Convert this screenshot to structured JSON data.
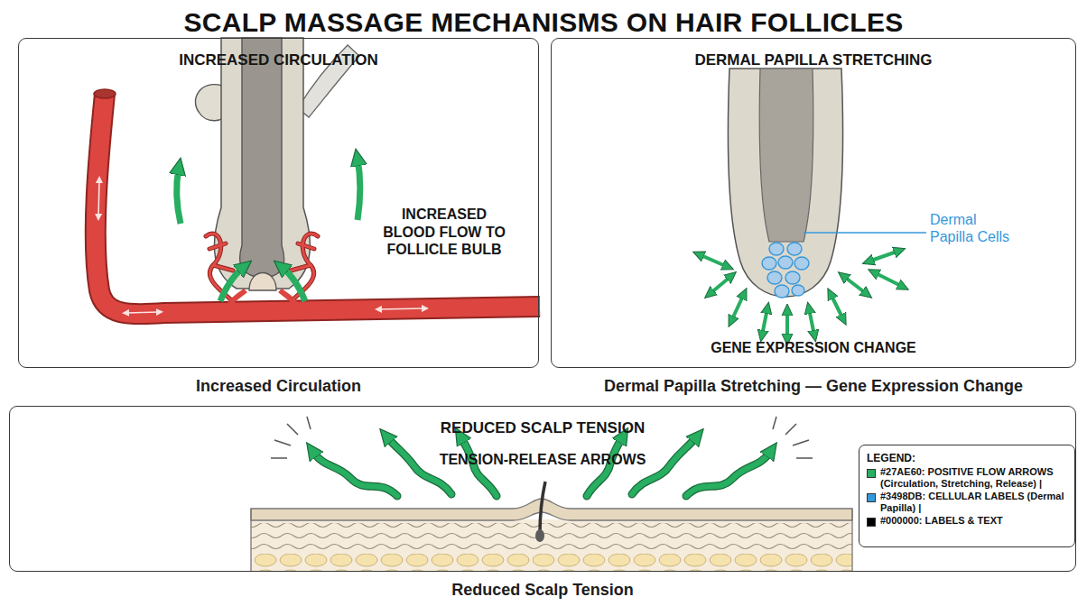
{
  "diagram": {
    "title": "SCALP MASSAGE MECHANISMS ON HAIR FOLLICLES",
    "nodes": [
      {
        "text": [
          "INCREASED CIRCULATION",
          "Increased Circulation"
        ]
      },
      {
        "text": [
          "DERMAL PAPILLA STRETCHING",
          "Dermal Papilla Stretching — Gene Expression Change"
        ]
      },
      {
        "text": [
          "REDUCED SCALP TENSION",
          "Reduced Scalp Tension"
        ]
      },
      {
        "text": [
          "LEGEND:"
        ],
        "in": 2
      }
    ],
    "edges": [],
    "labels": [
      "INCREASED BLOOD FLOW TO FOLLICLE BULB",
      "Dermal Papilla Cells",
      "GENE EXPRESSION CHANGE",
      "TENSION-RELEASE ARROWS"
    ],
    "legend": [
      {
        "text": "#27AE60: POSITIVE FLOW ARROWS (Circulation, Stretching, Release) |",
        "color": "#27AE60"
      },
      {
        "text": "#3498DB: CELLULAR LABELS (Dermal Papilla) |",
        "color": "#3498DB"
      },
      {
        "text": "#000000: LABELS & TEXT",
        "color": "#000000"
      }
    ]
  }
}
